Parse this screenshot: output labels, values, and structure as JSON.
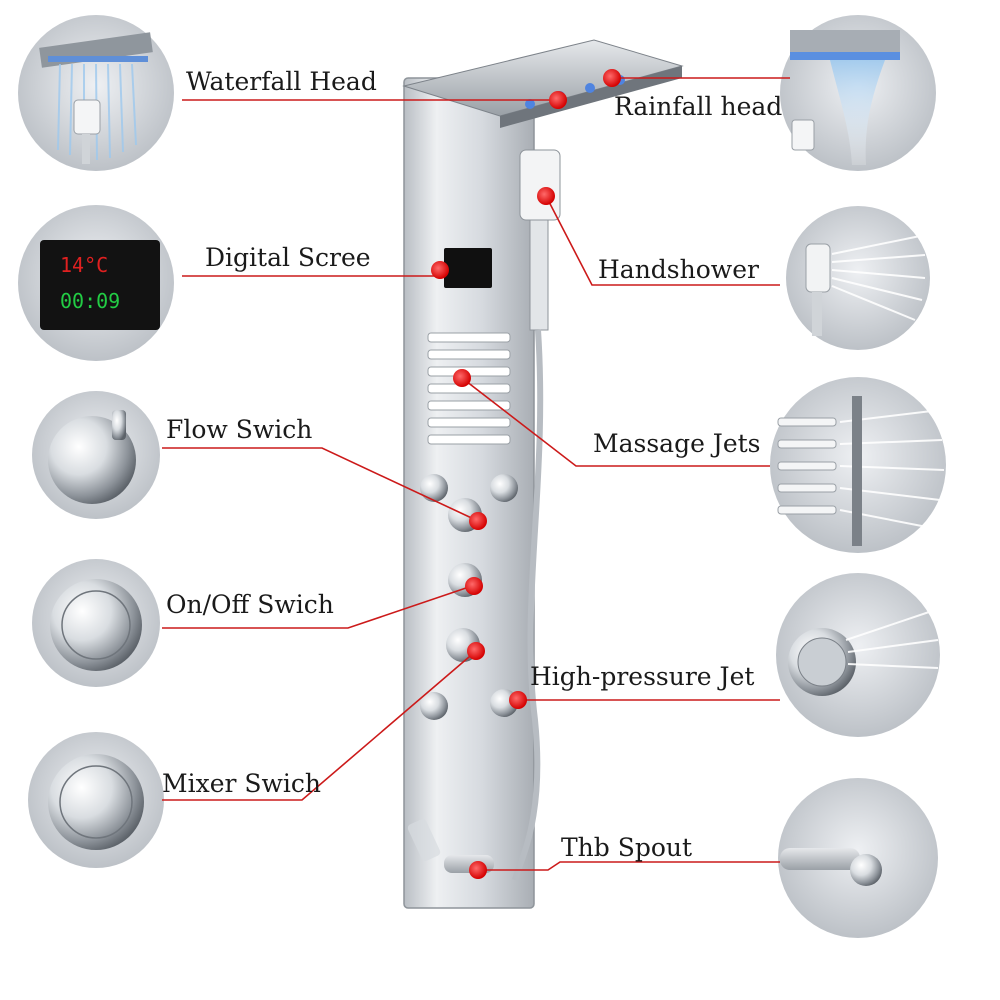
{
  "labels": {
    "waterfall_head": "Waterfall Head",
    "rainfall_head": "Rainfall head",
    "digital_screen": "Digital Scree",
    "handshower": "Handshower",
    "flow_switch": "Flow Swich",
    "massage_jets": "Massage Jets",
    "onoff_switch": "On/Off  Swich",
    "high_pressure_jet": "High-pressure Jet",
    "mixer_switch": "Mixer Swich",
    "tub_spout": "Thb Spout"
  },
  "screen": {
    "temperature": "14°C",
    "time": "00:09"
  },
  "colors": {
    "leader_line": "#cc1a1a",
    "marker": "#e01010",
    "panel_steel": "#d9dde2",
    "background": "#ffffff"
  }
}
